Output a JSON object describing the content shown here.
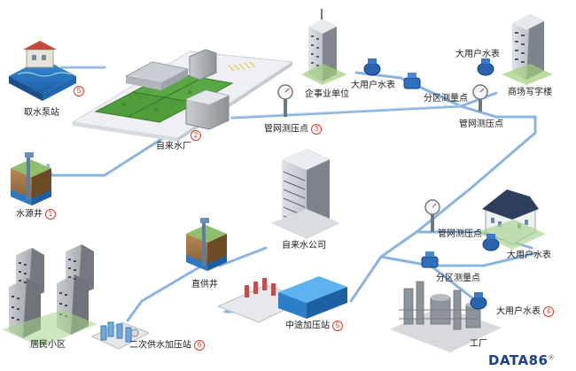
{
  "labels": {
    "intake_pump": "取水泵站",
    "intake_pump_num": "5",
    "water_plant": "自来水厂",
    "water_plant_num": "2",
    "source_well": "水源井",
    "source_well_num": "1",
    "pressure_point_main": "管网测压点",
    "pressure_point_main_num": "3",
    "enterprise": "企事业单位",
    "meter_enterprise": "大用户水表",
    "meter_mall": "大用户水表",
    "zone_meter_top": "分区测量点",
    "mall_office": "商场写字楼",
    "pressure_point_top": "管网测压点",
    "water_company": "自来水公司",
    "pressure_point_right": "管网测压点",
    "meter_right": "大用户水表",
    "zone_meter_right": "分区测量点",
    "meter_factory": "大用户水表",
    "meter_factory_num": "4",
    "factory": "工厂",
    "direct_well": "直供井",
    "booster_mid": "中途加压站",
    "booster_mid_num": "5",
    "residential": "居民小区",
    "secondary_booster": "二次供水加压站",
    "secondary_booster_num": "6"
  },
  "logo": "DATA86",
  "logo_mark": "®",
  "colors": {
    "pipe": "#8ab4e0",
    "pipe_edge": "#6b9bd1",
    "number_red": "#e03a2a",
    "logo_blue": "#1d3f8f"
  }
}
